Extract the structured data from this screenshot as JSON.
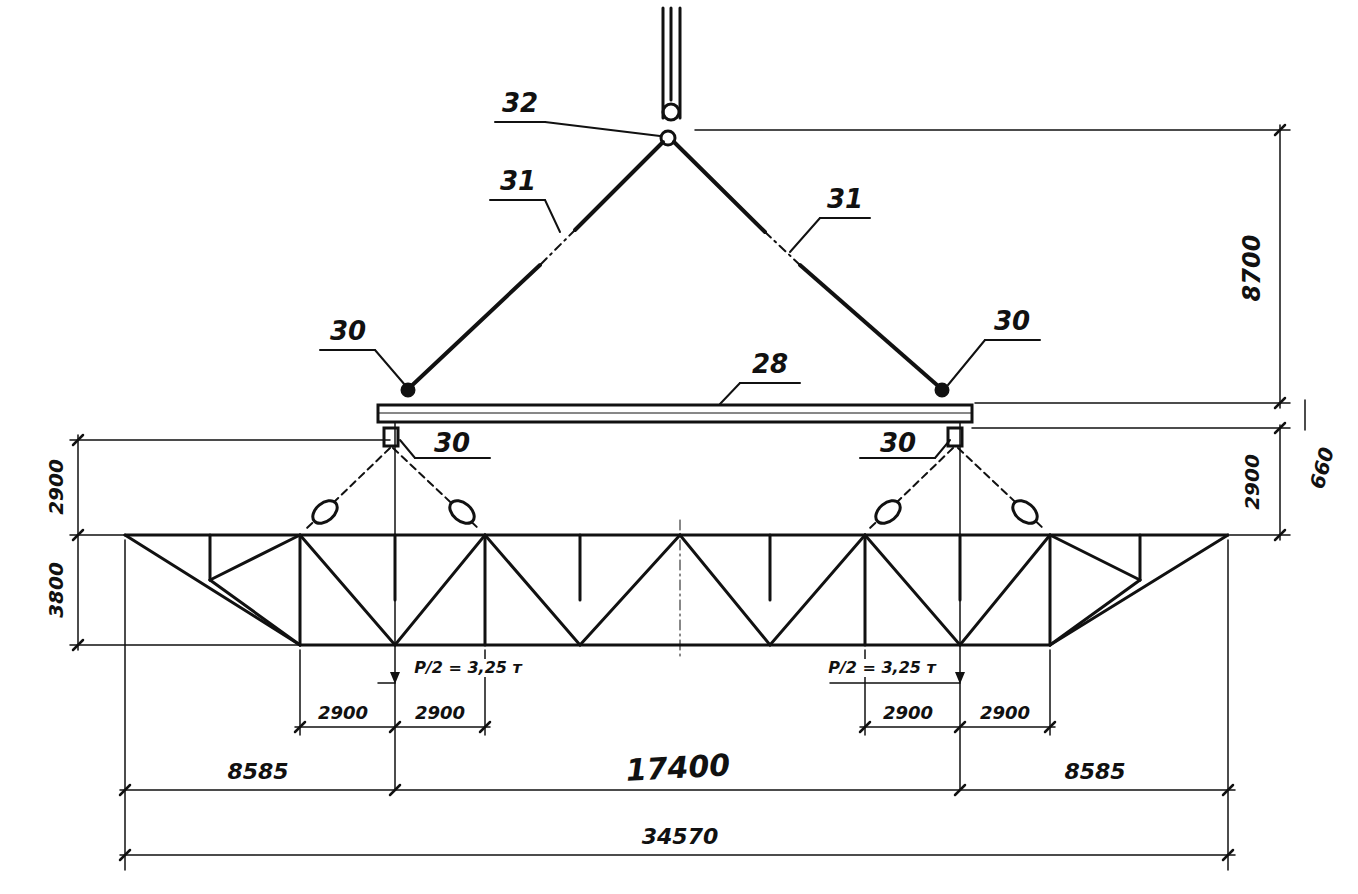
{
  "diagram": {
    "labels": [
      "32",
      "31",
      "31",
      "30",
      "30",
      "28",
      "30",
      "30",
      "8700",
      "2900",
      "3800",
      "2900",
      "660",
      "P/2 = 3,25 т",
      "P/2 = 3,25 т",
      "2900",
      "2900",
      "2900",
      "2900",
      "8585",
      "17400",
      "8585",
      "34570"
    ]
  }
}
